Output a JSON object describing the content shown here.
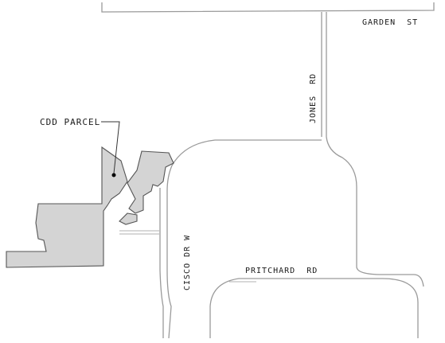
{
  "map": {
    "parcel_label": "CDD PARCEL",
    "streets": {
      "garden": "GARDEN  ST",
      "jones": "JONES  RD",
      "pritchard": "PRITCHARD  RD",
      "cisco": "CISCO DR W"
    },
    "colors": {
      "parcel_fill": "#d4d4d4",
      "parcel_outline": "#555555",
      "road_line": "#9a9a9a"
    }
  }
}
